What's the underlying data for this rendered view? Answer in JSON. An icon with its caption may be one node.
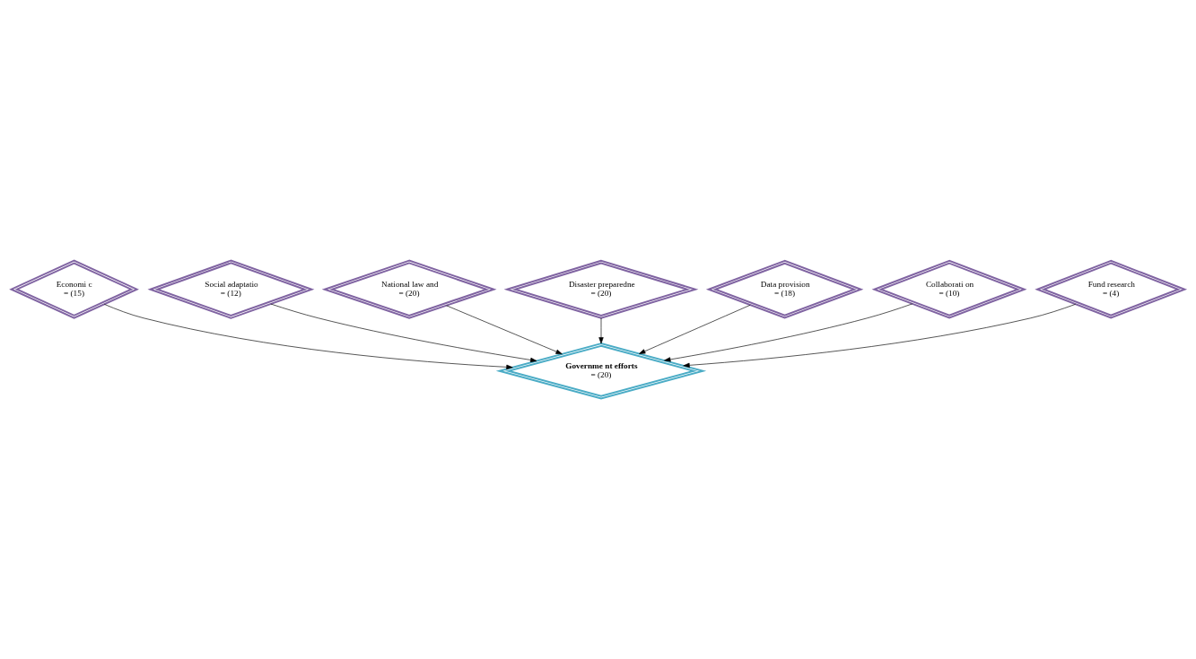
{
  "diagram": {
    "nodes": [
      {
        "text": [
          "Economi c",
          "= (15)"
        ]
      },
      {
        "text": [
          "Social adaptatio",
          "= (12)"
        ]
      },
      {
        "text": [
          "National law and",
          "= (20)"
        ]
      },
      {
        "text": [
          "Disaster preparedne",
          "= (20)"
        ]
      },
      {
        "text": [
          "Data provision",
          "= (18)"
        ]
      },
      {
        "text": [
          "Collaborati on",
          "= (10)"
        ]
      },
      {
        "text": [
          "Fund research",
          "= (4)"
        ]
      },
      {
        "text": [
          "Governme nt efforts",
          "= (20)"
        ]
      }
    ],
    "edges": [
      {
        "from": 0,
        "to": 7,
        "arrow": "to"
      },
      {
        "from": 1,
        "to": 7,
        "arrow": "to"
      },
      {
        "from": 2,
        "to": 7,
        "arrow": "to"
      },
      {
        "from": 3,
        "to": 7,
        "arrow": "to"
      },
      {
        "from": 4,
        "to": 7,
        "arrow": "to"
      },
      {
        "from": 5,
        "to": 7,
        "arrow": "to"
      },
      {
        "from": 6,
        "to": 7,
        "arrow": "to"
      }
    ]
  }
}
